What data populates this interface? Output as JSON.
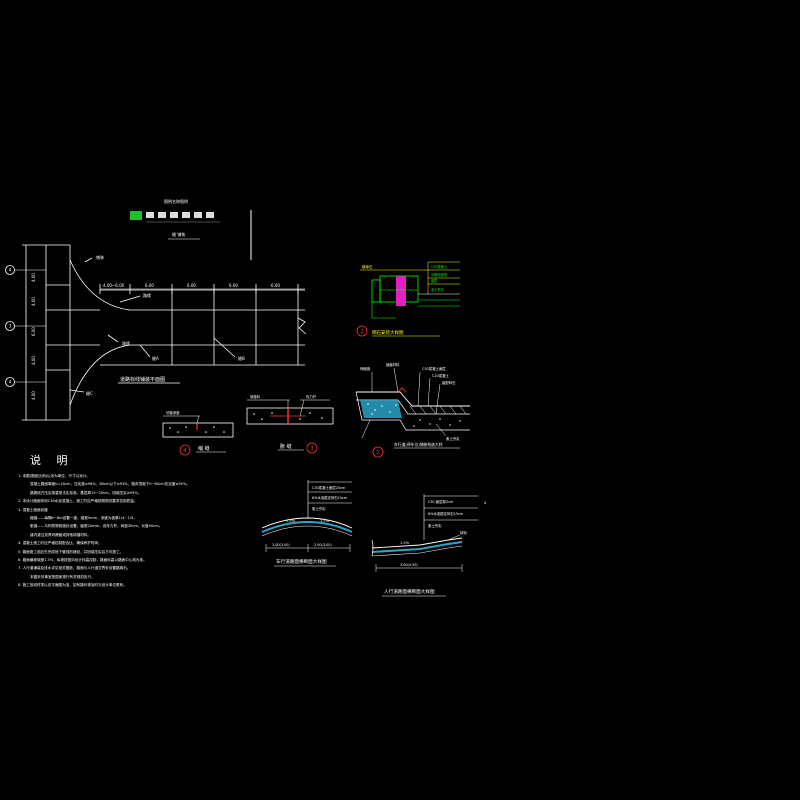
{
  "legend": {
    "title": "图例名称图例",
    "sub": "缝  铺装"
  },
  "plan": {
    "title": "道路标线铺装平面图",
    "dims_top": [
      "4.00~6.00",
      "6.00",
      "6.00",
      "6.00",
      "6.00"
    ],
    "dims_left": [
      "4.00",
      "4.00",
      "6.00",
      "4.00",
      "4.00"
    ],
    "axis_labels": [
      "4",
      "3",
      "4"
    ],
    "tags": [
      "铺装",
      "路缘",
      "路缘",
      "缝A",
      "缝B",
      "缝C"
    ]
  },
  "detail2": {
    "number": "2",
    "title": "侧石安装大样图",
    "labels": [
      "路缘石",
      "C20混凝土",
      "中粗砂垫层",
      "基层",
      "素土夯实"
    ]
  },
  "detail1": {
    "number": "1",
    "title": "车行道(停车位)铺装构造大样",
    "labels": [
      "伸缩缝",
      "嵌缝材料",
      "C30混凝土面层",
      "C20混凝土",
      "级配碎石",
      "素土夯实"
    ]
  },
  "detail4": {
    "number": "4",
    "title": "缩  缝",
    "label": "切缝深度"
  },
  "detail3": {
    "number": "3",
    "title": "胀  缝",
    "labels": [
      "填缝料",
      "传力杆"
    ]
  },
  "notes": {
    "heading": "说  明",
    "lines": [
      "1. 本图(图纸比例)以米为单位，尺寸以米计。",
      "   混凝土路面厚度h=20cm，压实度≥96%，80cm以下≥93%，路床顶面下0~80cm压实度≥95%。",
      "   路基填方压实按重型击实标准，基层厚15~20cm，回填压实≥93%。",
      "2. 本设计路面采用C30水泥混凝土，施工时应严格按照规范要求控制质量。",
      "3. 混凝土路面设缝",
      "   缩缝——每隔4~6m设置一道，缝宽5mm，深度为板厚1/4~1/5。",
      "   胀缝——与构筑物相接处设置，缝宽20mm，设传力杆，间距30cm，长度50cm。",
      "   缝内灌注沥青玛蹄脂或其他填缝材料。",
      "4. 混凝土施工时应严格控制配合比，确保养护时间。",
      "5. 路面施工前应先完成地下管线的铺设，并回填压实后方可施工。",
      "6. 路面横坡坡度1.5%，纵坡按竖向设计标高控制，路面标高以路面中心线为准。",
      "7. 人行道铺装及排水详见相关图纸，路面与人行道交界处设置路缘石。",
      "   本图未尽事宜按国家现行有关规范执行。",
      "8. 施工放线时须以总平面图为准，如有疑问请及时与设计单位联系。"
    ]
  },
  "section_left": {
    "title": "车行道路面横断面大样图",
    "layers": [
      "C30混凝土面层20cm",
      "6%水泥稳定碎石15cm",
      "素土夯实"
    ],
    "slopes": [
      "1.5%",
      "1.5%"
    ],
    "dims": [
      "2.00(3.00)",
      "2.00(3.00)"
    ]
  },
  "section_right": {
    "title": "人行道路面横断面大样图",
    "layers": [
      "C30  面层厚5cm",
      "6%水泥稳定碎石15cm",
      "素土夯实"
    ],
    "slope": "1.5%",
    "dim": "3.00(4.50)",
    "tag": "绿化",
    "mark": "4"
  }
}
